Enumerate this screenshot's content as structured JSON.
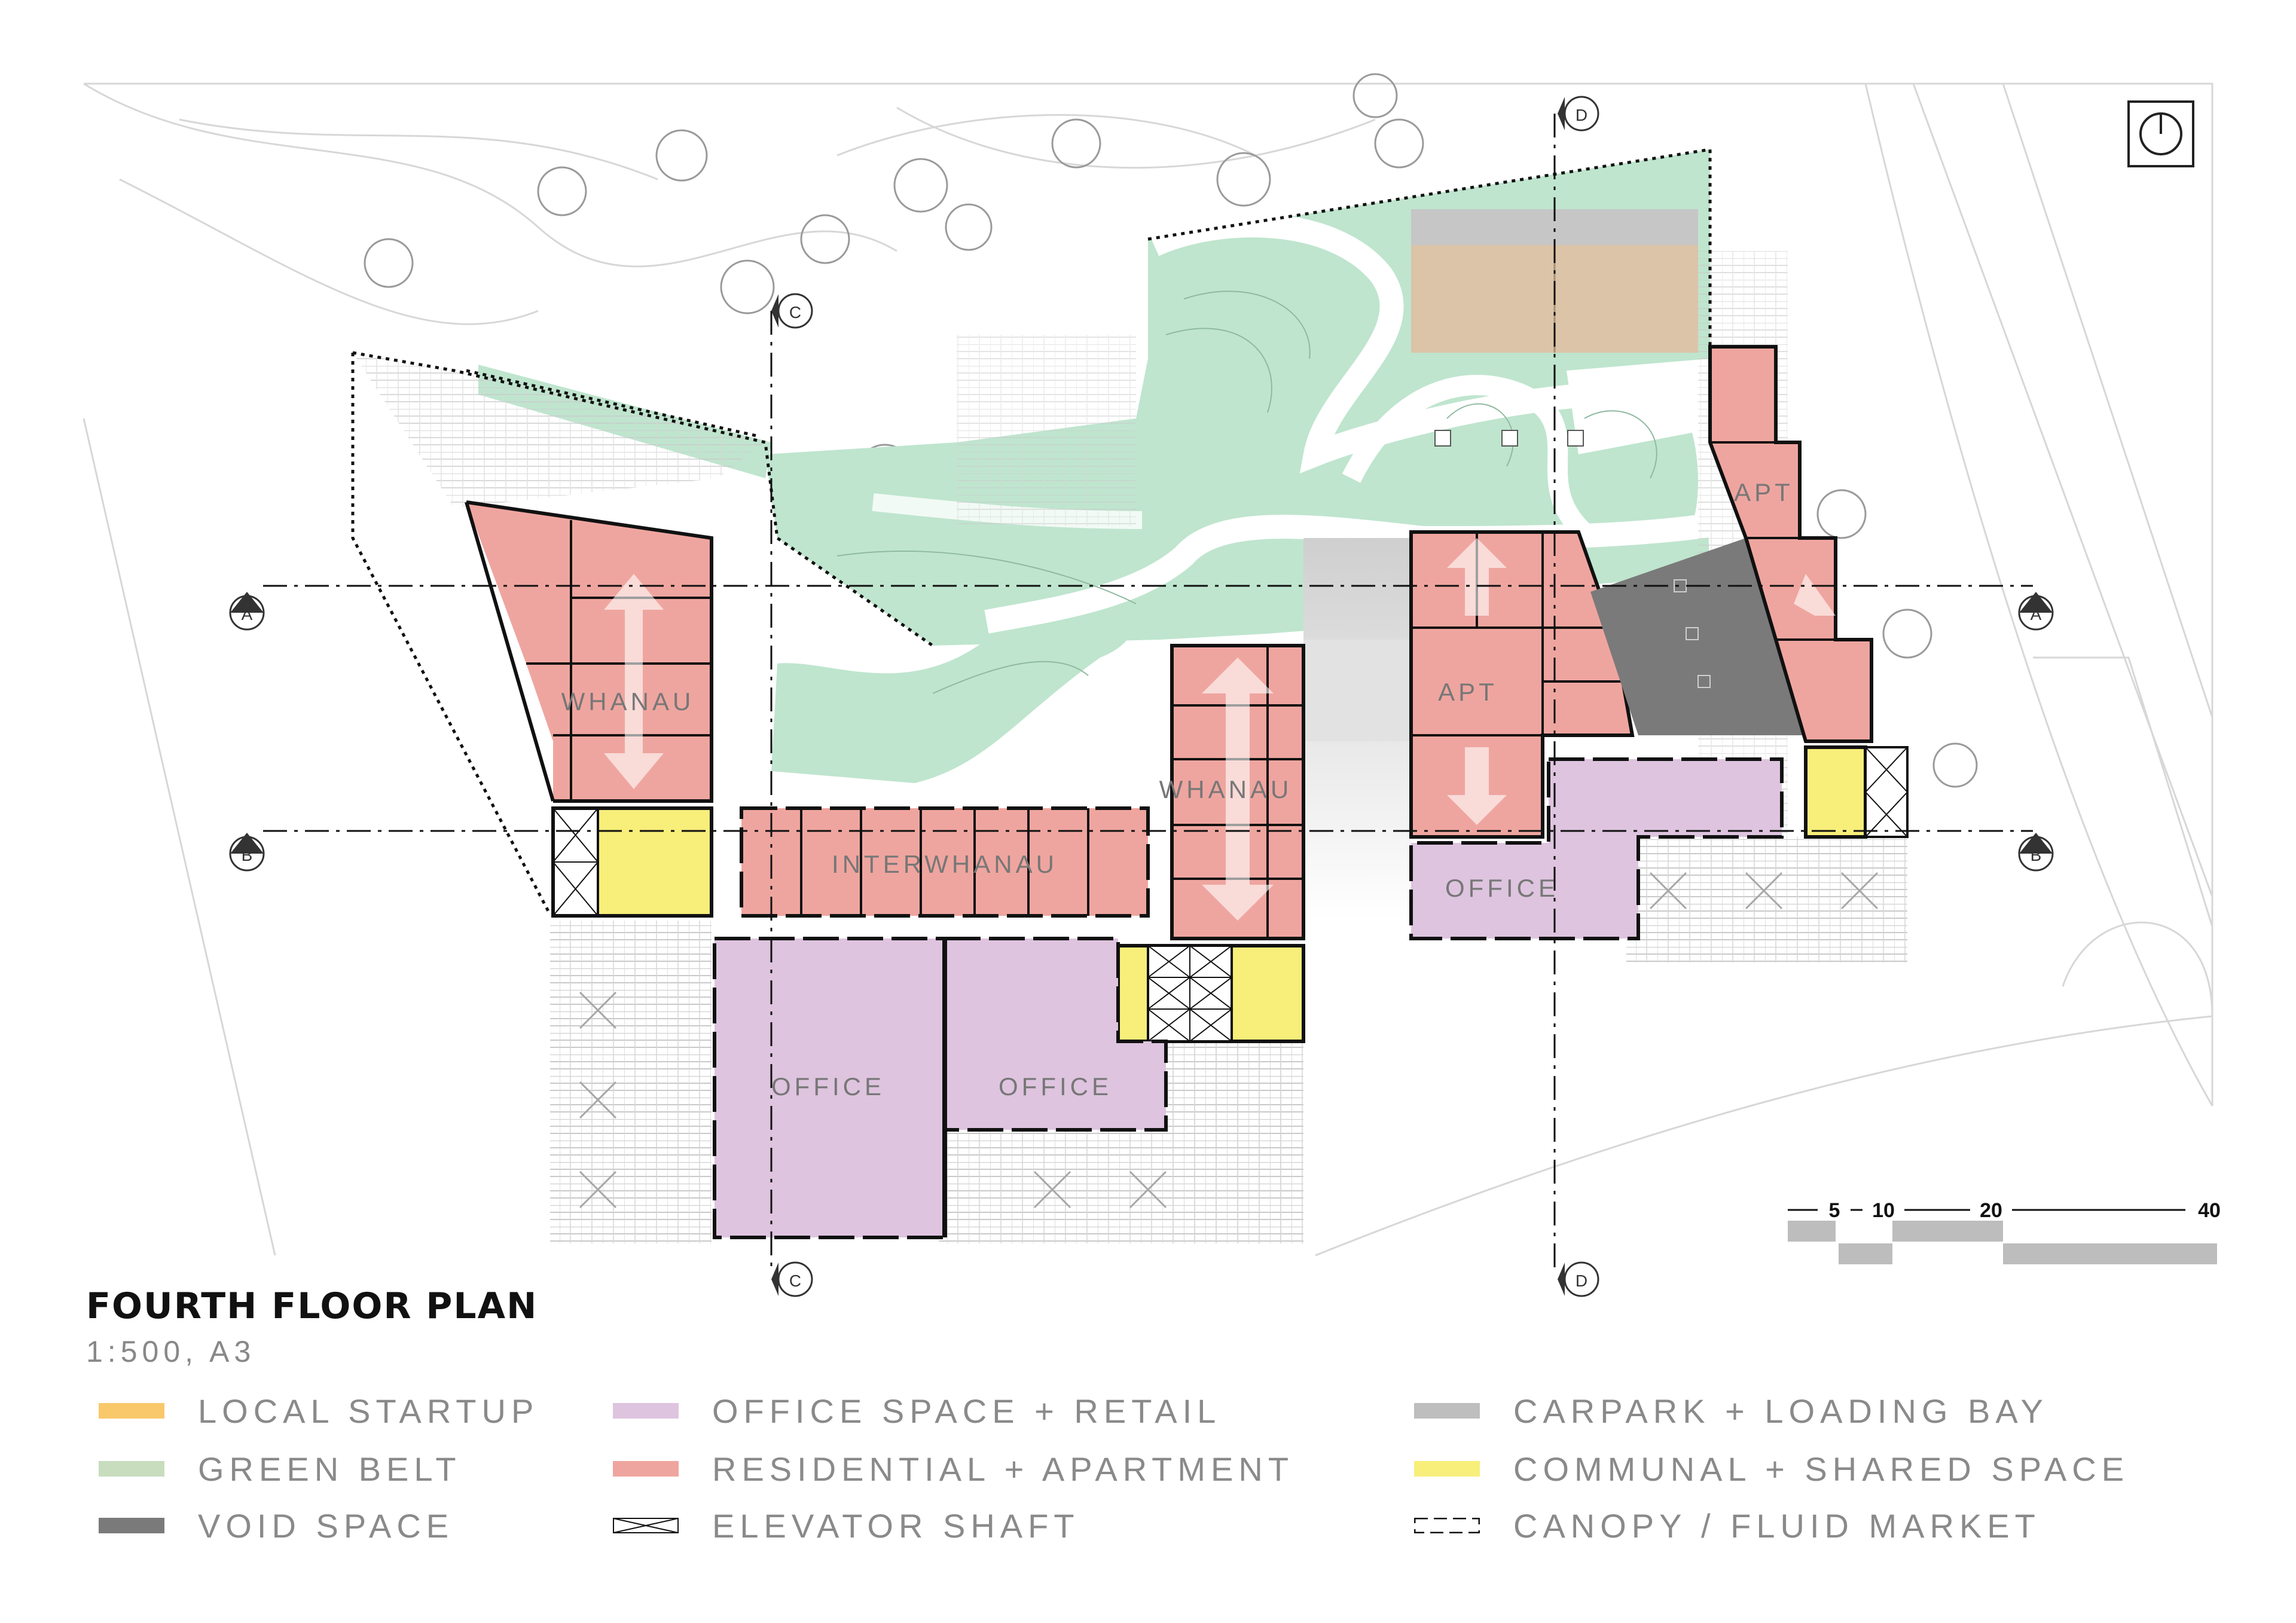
{
  "title": "FOURTH FLOOR PLAN",
  "scale_note": "1:500, A3",
  "colors": {
    "local_startup": "#F9C86B",
    "green_belt": "#C7DDBE",
    "void_space": "#7A7A7A",
    "office": "#DEC4DF",
    "residential": "#EFA59F",
    "carpark": "#BEBEBE",
    "communal": "#F8EE7A",
    "green_roof": "#BFE5CE"
  },
  "room_labels": {
    "whanau_left": "WHANAU",
    "interwhanau": "INTERWHANAU",
    "whanau_mid": "WHANAU",
    "apt_mid": "APT",
    "apt_right": "APT",
    "office_right": "OFFICE",
    "office_left": "OFFICE",
    "office_mid": "OFFICE"
  },
  "section_markers": {
    "a": "A",
    "b": "B",
    "c": "C",
    "d": "D"
  },
  "scale_bar": {
    "ticks": [
      "5",
      "10",
      "20",
      "40"
    ]
  },
  "legend": [
    {
      "label": "LOCAL STARTUP",
      "color": "#F9C86B"
    },
    {
      "label": "OFFICE SPACE + RETAIL",
      "color": "#DEC4DF"
    },
    {
      "label": "CARPARK + LOADING BAY",
      "color": "#BEBEBE"
    },
    {
      "label": "GREEN BELT",
      "color": "#C7DDBE"
    },
    {
      "label": "RESIDENTIAL + APARTMENT",
      "color": "#EFA59F"
    },
    {
      "label": "COMMUNAL + SHARED SPACE",
      "color": "#F8EE7A"
    },
    {
      "label": "VOID SPACE",
      "color": "#7A7A7A"
    },
    {
      "label": "ELEVATOR SHAFT",
      "color": "elevator"
    },
    {
      "label": "CANOPY / FLUID  MARKET",
      "color": "canopy"
    }
  ]
}
